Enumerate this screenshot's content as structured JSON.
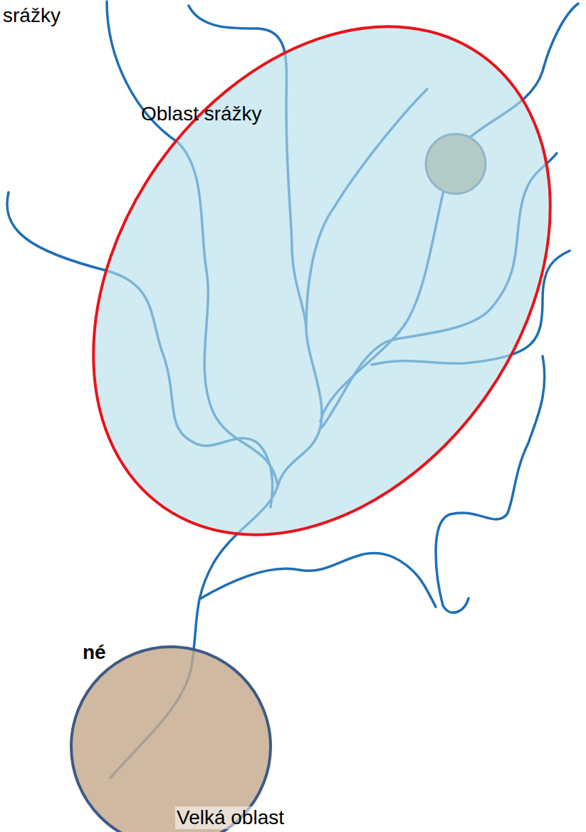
{
  "diagram": {
    "nodes": [
      {
        "text": [
          "Oblast srážky"
        ]
      },
      {
        "text": [
          "Velká oblast"
        ]
      }
    ],
    "labels": [
      "srážky",
      "né"
    ]
  }
}
